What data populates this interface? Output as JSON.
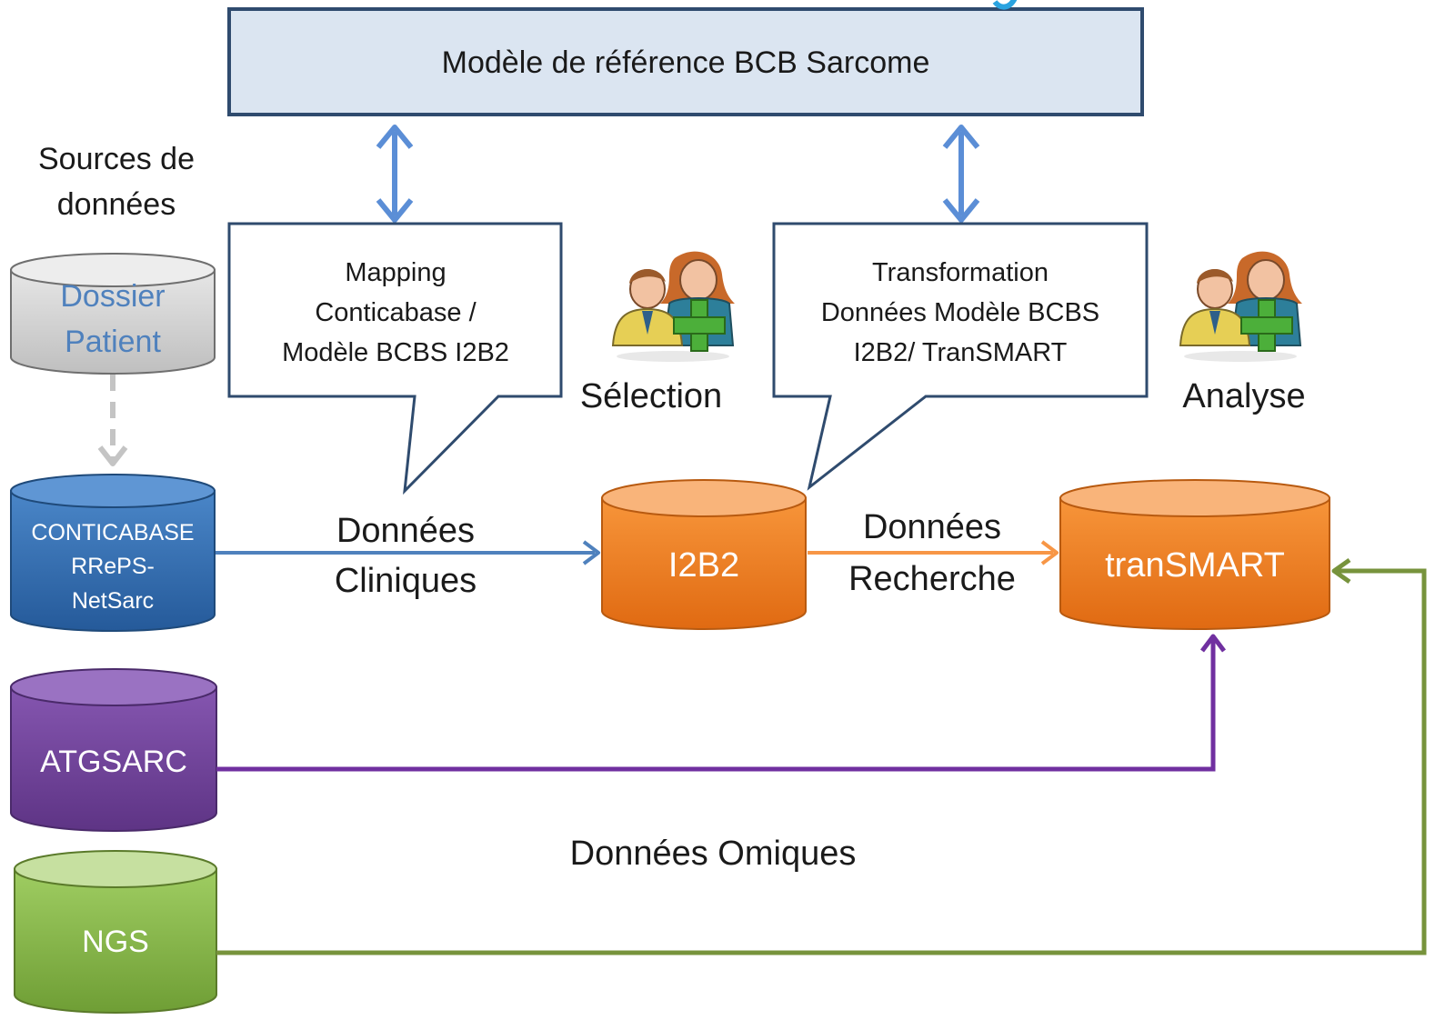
{
  "reference_model": {
    "label": "Modèle de référence BCB Sarcome"
  },
  "sources_title": {
    "line1": "Sources de",
    "line2": "données"
  },
  "databases": {
    "dossier": {
      "line1": "Dossier",
      "line2": "Patient"
    },
    "conticabase": {
      "line1": "CONTICABASE",
      "line2": "RRePS-",
      "line3": "NetSarc"
    },
    "atgsarc": {
      "label": "ATGSARC"
    },
    "ngs": {
      "label": "NGS"
    },
    "i2b2": {
      "label": "I2B2"
    },
    "transmart": {
      "label": "tranSMART"
    }
  },
  "callouts": {
    "mapping": {
      "line1": "Mapping",
      "line2": "Conticabase /",
      "line3": "Modèle BCBS I2B2"
    },
    "transformation": {
      "line1": "Transformation",
      "line2": "Données Modèle BCBS",
      "line3": "I2B2/ TranSMART"
    }
  },
  "roles": {
    "selection": "Sélection",
    "analyse": "Analyse"
  },
  "flows": {
    "clinical": {
      "line1": "Données",
      "line2": "Cliniques"
    },
    "research": {
      "line1": "Données",
      "line2": "Recherche"
    },
    "omics": "Données Omiques"
  },
  "icons": {
    "user_pair": "users-add-icon"
  },
  "colors": {
    "box_fill": "#dbe5f1",
    "box_stroke": "#2f4b6e",
    "double_arrow": "#5b8ed6",
    "clinical_line": "#4f81bd",
    "research_line": "#f79646",
    "omics_purple": "#7030a0",
    "ngs_green": "#77933c"
  }
}
